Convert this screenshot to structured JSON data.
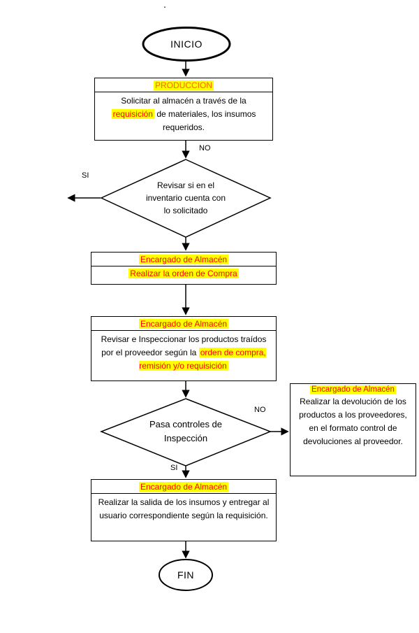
{
  "colors": {
    "highlight_bg": "#FFFF00",
    "header_text_red": "#FF0000",
    "produccion_text_orange": "#FF6600",
    "line_black": "#000000"
  },
  "labels": {
    "dot": ".",
    "start": "INICIO",
    "end": "FIN"
  },
  "produccion": {
    "header": "PRODUCCION",
    "body_pre": "Solicitar al almacén a  través de la ",
    "body_hl": "requisición",
    "body_post": " de materiales, los insumos requeridos."
  },
  "decision1": {
    "text": "Revisar si en el inventario cuenta con lo solicitado",
    "no": "NO",
    "si": "SI"
  },
  "orden": {
    "header": "Encargado de Almacén",
    "body": "Realizar la orden de Compra"
  },
  "inspeccion_box": {
    "header": "Encargado de Almacén",
    "body_pre": "Revisar e Inspeccionar los productos traídos por el proveedor según la ",
    "body_hl": "orden de compra, remisión y/o requisición"
  },
  "decision2": {
    "text": "Pasa controles de Inspección",
    "no": "NO",
    "si": "SI"
  },
  "devolucion": {
    "header": "Encargado de Almacén",
    "body": "Realizar la devolución de los productos  a los proveedores, en el formato control de devoluciones al proveedor."
  },
  "salida": {
    "header": "Encargado de Almacén",
    "body": "Realizar la salida de los insumos y entregar al usuario correspondiente según la requisición."
  }
}
